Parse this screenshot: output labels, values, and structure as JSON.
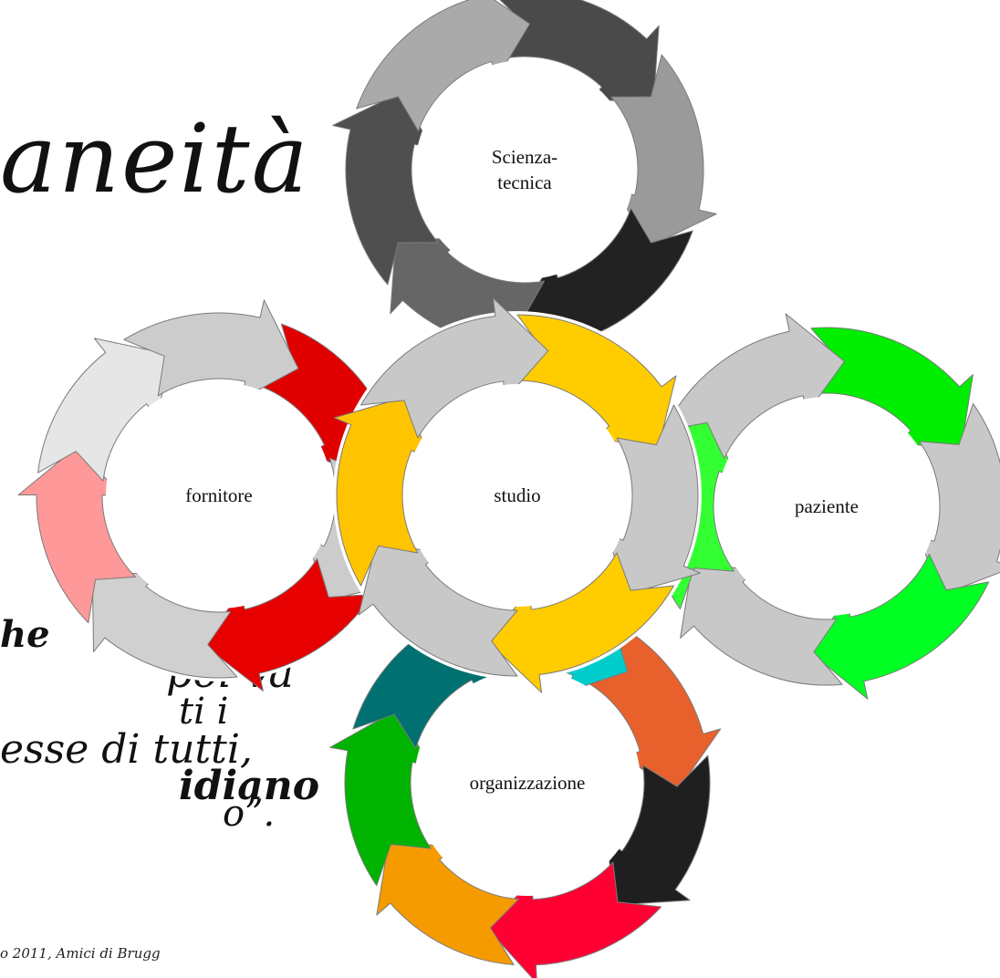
{
  "slide": {
    "title_fragment": "aneità",
    "quote_lines": [
      "he",
      "poi va",
      "ti i",
      "esse di tutti,",
      "idiano",
      "o”."
    ],
    "credit": "o 2011, Amici di Brugg"
  },
  "diagram": {
    "cycles": [
      {
        "key": "scienza",
        "label_lines": [
          "Scienza-",
          "tecnica"
        ],
        "colors": [
          "#4a4a4a",
          "#9a9a9a",
          "#222222",
          "#666666",
          "#4f4f4f",
          "#aaaaaa"
        ]
      },
      {
        "key": "organizzazione",
        "label_lines": [
          "organizzazione"
        ],
        "colors": [
          "#e8602c",
          "#1f1f1f",
          "#ff0033",
          "#f59b00",
          "#00b300",
          "#007070",
          "#00cccc"
        ]
      },
      {
        "key": "fornitore",
        "label_lines": [
          "fornitore"
        ],
        "colors": [
          "#e00000",
          "#cccccc",
          "#e60000",
          "#d0d0d0",
          "#ff9999",
          "#e6e6e6",
          "#cccccc"
        ]
      },
      {
        "key": "paziente",
        "label_lines": [
          "paziente"
        ],
        "colors": [
          "#00ee00",
          "#c8c8c8",
          "#00ff22",
          "#c8c8c8",
          "#33ff33",
          "#c8c8c8"
        ]
      },
      {
        "key": "studio",
        "label_lines": [
          "studio"
        ],
        "colors": [
          "#ffcc00",
          "#c8c8c8",
          "#ffcc00",
          "#c8c8c8",
          "#ffc400",
          "#c8c8c8"
        ]
      }
    ]
  }
}
